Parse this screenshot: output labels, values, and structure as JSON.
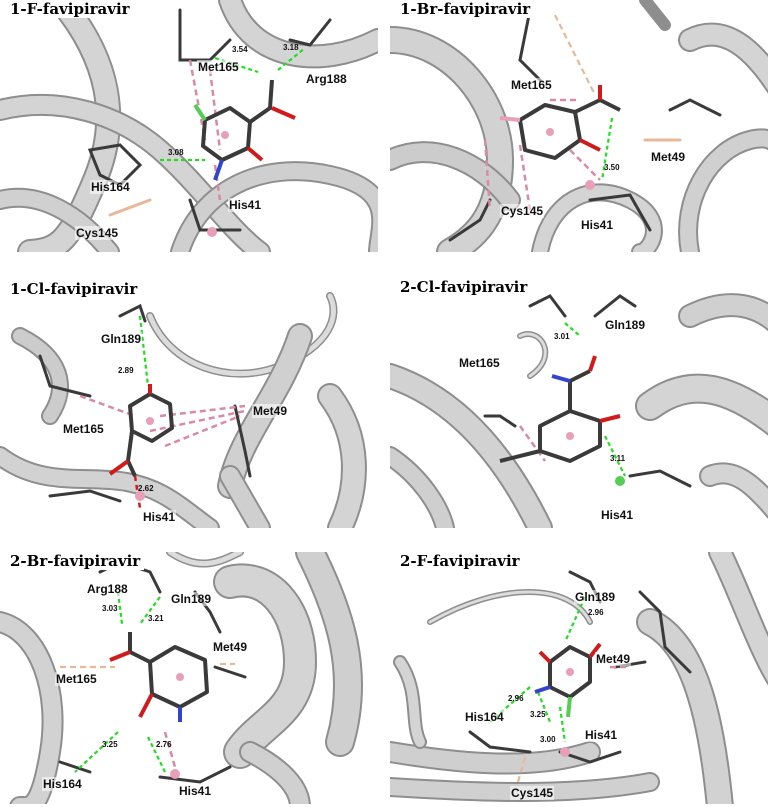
{
  "panels": [
    {
      "title": "1-F-favipiravir",
      "residues": [
        "Met165",
        "Arg188",
        "His164",
        "His41",
        "Cys145"
      ],
      "distances": [
        "3.54",
        "3.18",
        "3.08"
      ]
    },
    {
      "title": "1-Br-favipiravir",
      "residues": [
        "Met165",
        "Met49",
        "Cys145",
        "His41"
      ],
      "distances": [
        "3.50"
      ]
    },
    {
      "title": "1-Cl-favipiravir",
      "residues": [
        "Gln189",
        "Met49",
        "Met165",
        "His41"
      ],
      "distances": [
        "2.89",
        "2.62"
      ]
    },
    {
      "title": "2-Cl-favipiravir",
      "residues": [
        "Gln189",
        "Met165",
        "His41"
      ],
      "distances": [
        "3.01",
        "3.11"
      ]
    },
    {
      "title": "2-Br-favipiravir",
      "residues": [
        "Arg188",
        "Gln189",
        "Met49",
        "Met165",
        "His164",
        "His41"
      ],
      "distances": [
        "3.03",
        "3.21",
        "3.25",
        "2.76"
      ]
    },
    {
      "title": "2-F-favipiravir",
      "residues": [
        "Gln189",
        "Met49",
        "His164",
        "His41",
        "Cys145"
      ],
      "distances": [
        "2.96",
        "2.96",
        "3.25",
        "3.00"
      ]
    }
  ],
  "colors": {
    "ribbon": "#c9c9c9",
    "ribbon_edge": "#8e8e8e",
    "hbond": "#22dd22",
    "pi_contact": "#d98aa6",
    "alkyl_contact": "#e8b89a",
    "carbon": "#3a3a3a",
    "oxygen": "#d11a1a",
    "nitrogen": "#3344cc",
    "halogen": "#55cc55"
  }
}
